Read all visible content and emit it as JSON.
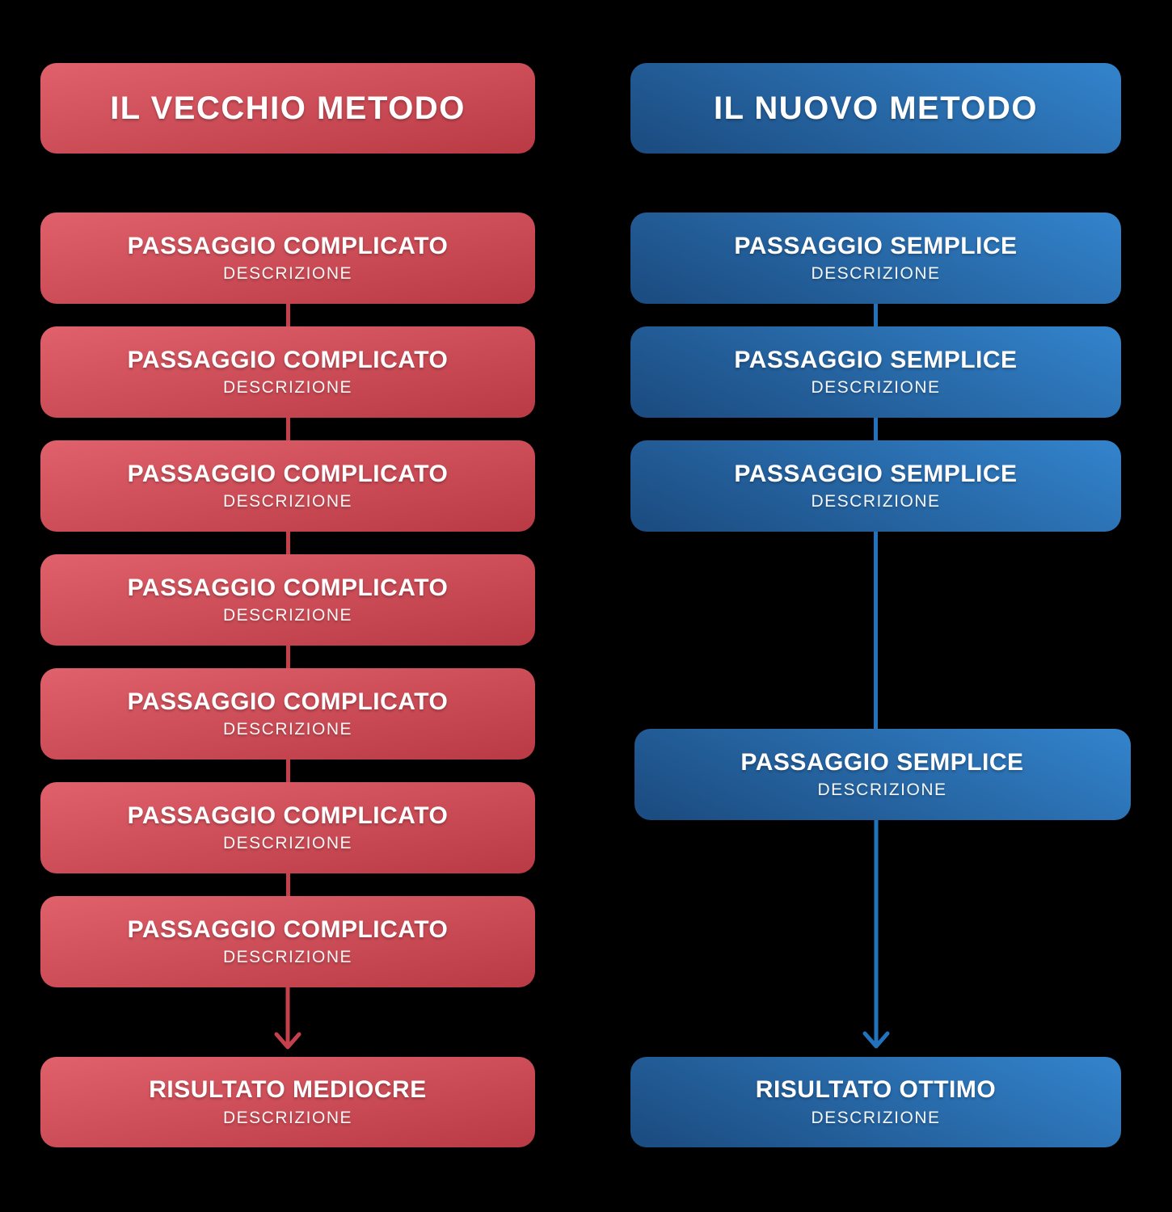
{
  "colors": {
    "background": "#000000",
    "red_gradient_top": "#e0616b",
    "red_gradient_bottom": "#b93a44",
    "red_connector": "#c4414b",
    "blue_gradient_top": "#3384cd",
    "blue_gradient_bottom": "#1c4d82",
    "blue_connector": "#2273be",
    "text": "#ffffff"
  },
  "icons": {
    "down_arrow": "arrow-down-icon"
  },
  "columns": [
    {
      "header": "IL VECCHIO METODO",
      "steps": [
        {
          "title": "PASSAGGIO COMPLICATO",
          "desc": "DESCRIZIONE"
        },
        {
          "title": "PASSAGGIO COMPLICATO",
          "desc": "DESCRIZIONE"
        },
        {
          "title": "PASSAGGIO COMPLICATO",
          "desc": "DESCRIZIONE"
        },
        {
          "title": "PASSAGGIO COMPLICATO",
          "desc": "DESCRIZIONE"
        },
        {
          "title": "PASSAGGIO COMPLICATO",
          "desc": "DESCRIZIONE"
        },
        {
          "title": "PASSAGGIO COMPLICATO",
          "desc": "DESCRIZIONE"
        },
        {
          "title": "PASSAGGIO COMPLICATO",
          "desc": "DESCRIZIONE"
        }
      ],
      "result": {
        "title": "RISULTATO MEDIOCRE",
        "desc": "DESCRIZIONE"
      }
    },
    {
      "header": "IL NUOVO METODO",
      "steps": [
        {
          "title": "PASSAGGIO SEMPLICE",
          "desc": "DESCRIZIONE"
        },
        {
          "title": "PASSAGGIO SEMPLICE",
          "desc": "DESCRIZIONE"
        },
        {
          "title": "PASSAGGIO SEMPLICE",
          "desc": "DESCRIZIONE"
        },
        {
          "title": "PASSAGGIO SEMPLICE",
          "desc": "DESCRIZIONE"
        }
      ],
      "result": {
        "title": "RISULTATO OTTIMO",
        "desc": "DESCRIZIONE"
      }
    }
  ]
}
